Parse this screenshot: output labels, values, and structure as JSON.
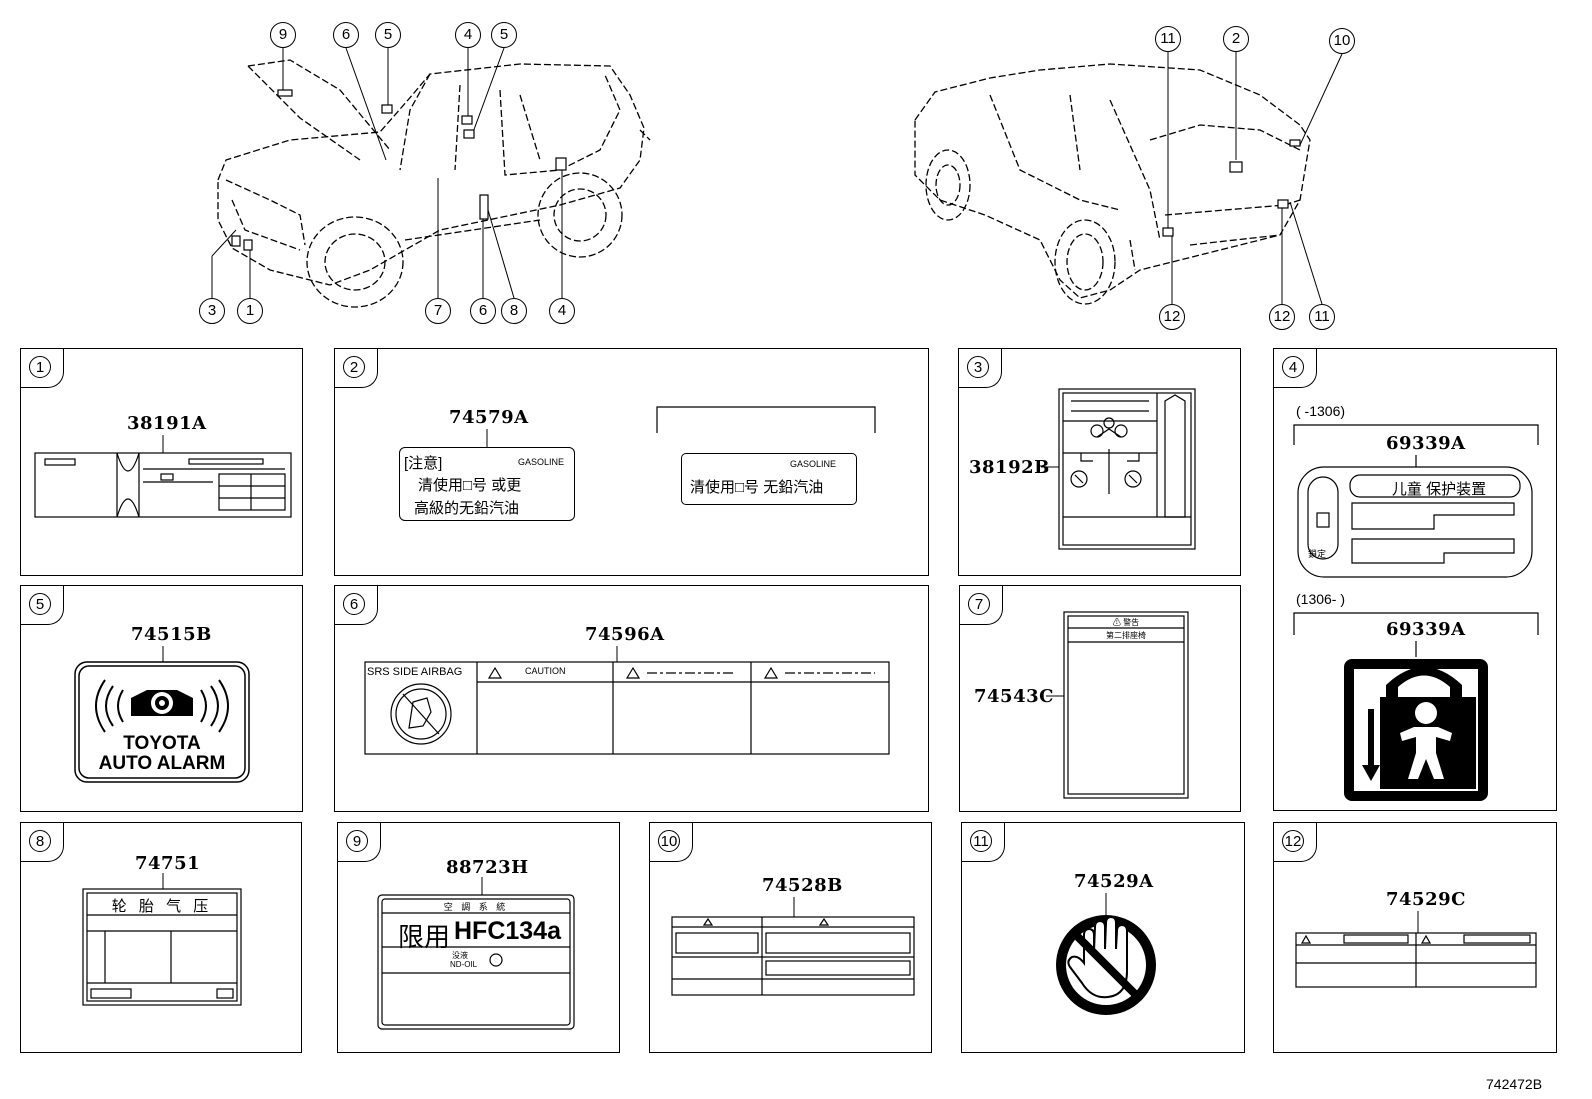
{
  "diagram_id": "742472B",
  "callouts": {
    "c9": "9",
    "c6a": "6",
    "c5a": "5",
    "c4a": "4",
    "c5b": "5",
    "c3": "3",
    "c1": "1",
    "c7": "7",
    "c6b": "6",
    "c8": "8",
    "c4b": "4",
    "c11a": "11",
    "c2": "2",
    "c10": "10",
    "c12a": "12",
    "c12b": "12",
    "c11b": "11"
  },
  "panels": {
    "p1": {
      "num": "1",
      "code": "38191A"
    },
    "p2": {
      "num": "2",
      "code": "74579A",
      "label_a": {
        "title": "[注意]",
        "fuel": "GASOLINE",
        "line1": "清使用□号 或更",
        "line2": "高級的无鉛汽油"
      },
      "label_b": {
        "fuel": "GASOLINE",
        "line1": "清使用□号 无鉛汽油"
      }
    },
    "p3": {
      "num": "3",
      "code": "38192B"
    },
    "p4": {
      "num": "4",
      "code_a": "69339A",
      "range_a": "(      -1306)",
      "label_a_title": "儿童   保护装置",
      "label_a_side": "鎖定",
      "code_b": "69339A",
      "range_b": "(1306-       )"
    },
    "p5": {
      "num": "5",
      "code": "74515B",
      "line1": "TOYOTA",
      "line2": "AUTO ALARM"
    },
    "p6": {
      "num": "6",
      "code": "74596A",
      "airbag": "SRS SIDE AIRBAG",
      "caution": "CAUTION"
    },
    "p7": {
      "num": "7",
      "code": "74543C",
      "head1": "⚠ 警告",
      "head2": "第二排座椅"
    },
    "p8": {
      "num": "8",
      "code": "74751",
      "title": "轮 胎 气 压"
    },
    "p9": {
      "num": "9",
      "code": "88723H",
      "head": "空 調 系 統",
      "main_a": "限用",
      "main_b": "HFC134a",
      "oil_a": "没液",
      "oil_b": "ND-OIL"
    },
    "p10": {
      "num": "10",
      "code": "74528B"
    },
    "p11": {
      "num": "11",
      "code": "74529A"
    },
    "p12": {
      "num": "12",
      "code": "74529C"
    }
  }
}
